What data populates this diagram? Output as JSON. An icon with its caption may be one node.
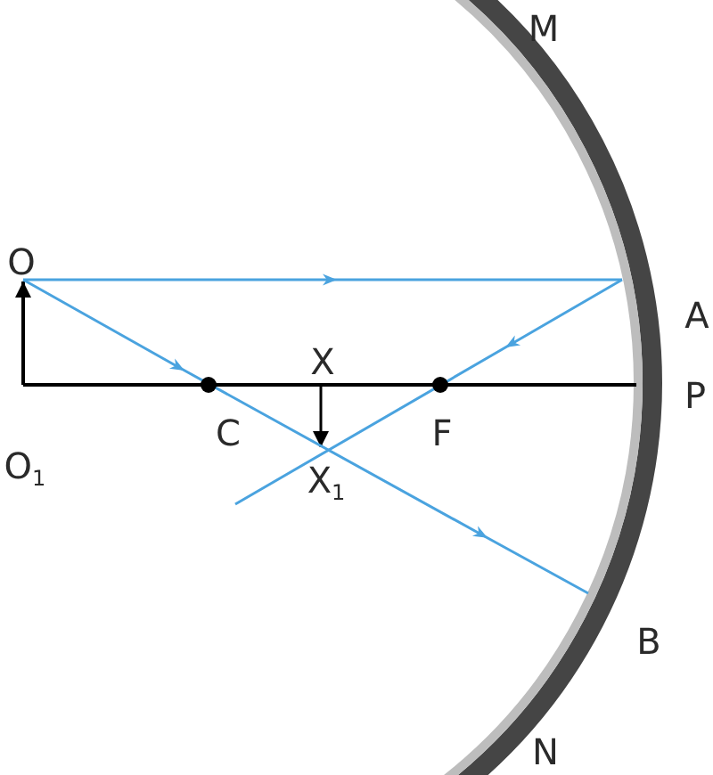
{
  "diagram": {
    "labels": [
      "M",
      "O",
      "A",
      "X",
      "C",
      "F",
      "P",
      "O$_{1}$",
      "X$_{1}$",
      "B",
      "N"
    ]
  }
}
